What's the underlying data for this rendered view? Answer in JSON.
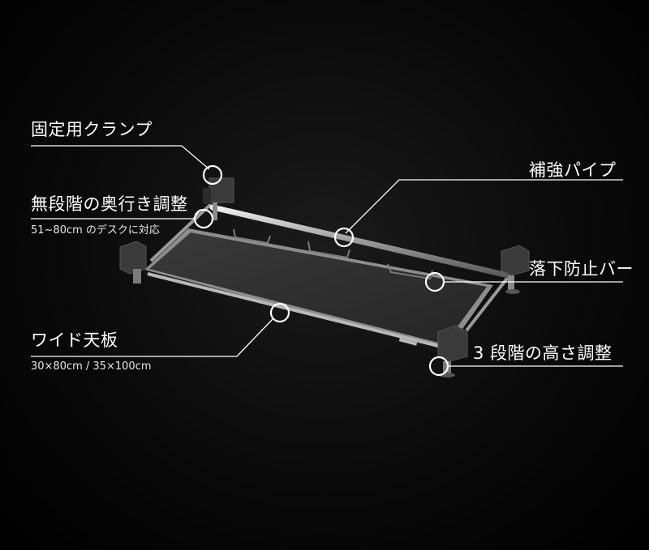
{
  "callouts": {
    "clamp": {
      "label": "固定用クランプ"
    },
    "depth": {
      "label": "無段階の奥行き調整",
      "sub": "51~80cm のデスクに対応"
    },
    "pipe": {
      "label": "補強パイプ"
    },
    "drop_bar": {
      "label": "落下防止バー"
    },
    "board": {
      "label": "ワイド天板",
      "sub": "30×80cm / 35×100cm"
    },
    "height": {
      "label": "3 段階の高さ調整"
    }
  },
  "colors": {
    "background": "#000000",
    "line": "#ffffff",
    "board": "#2f2f2f",
    "metal": "#c9c9c9",
    "clamp": "#333333"
  }
}
